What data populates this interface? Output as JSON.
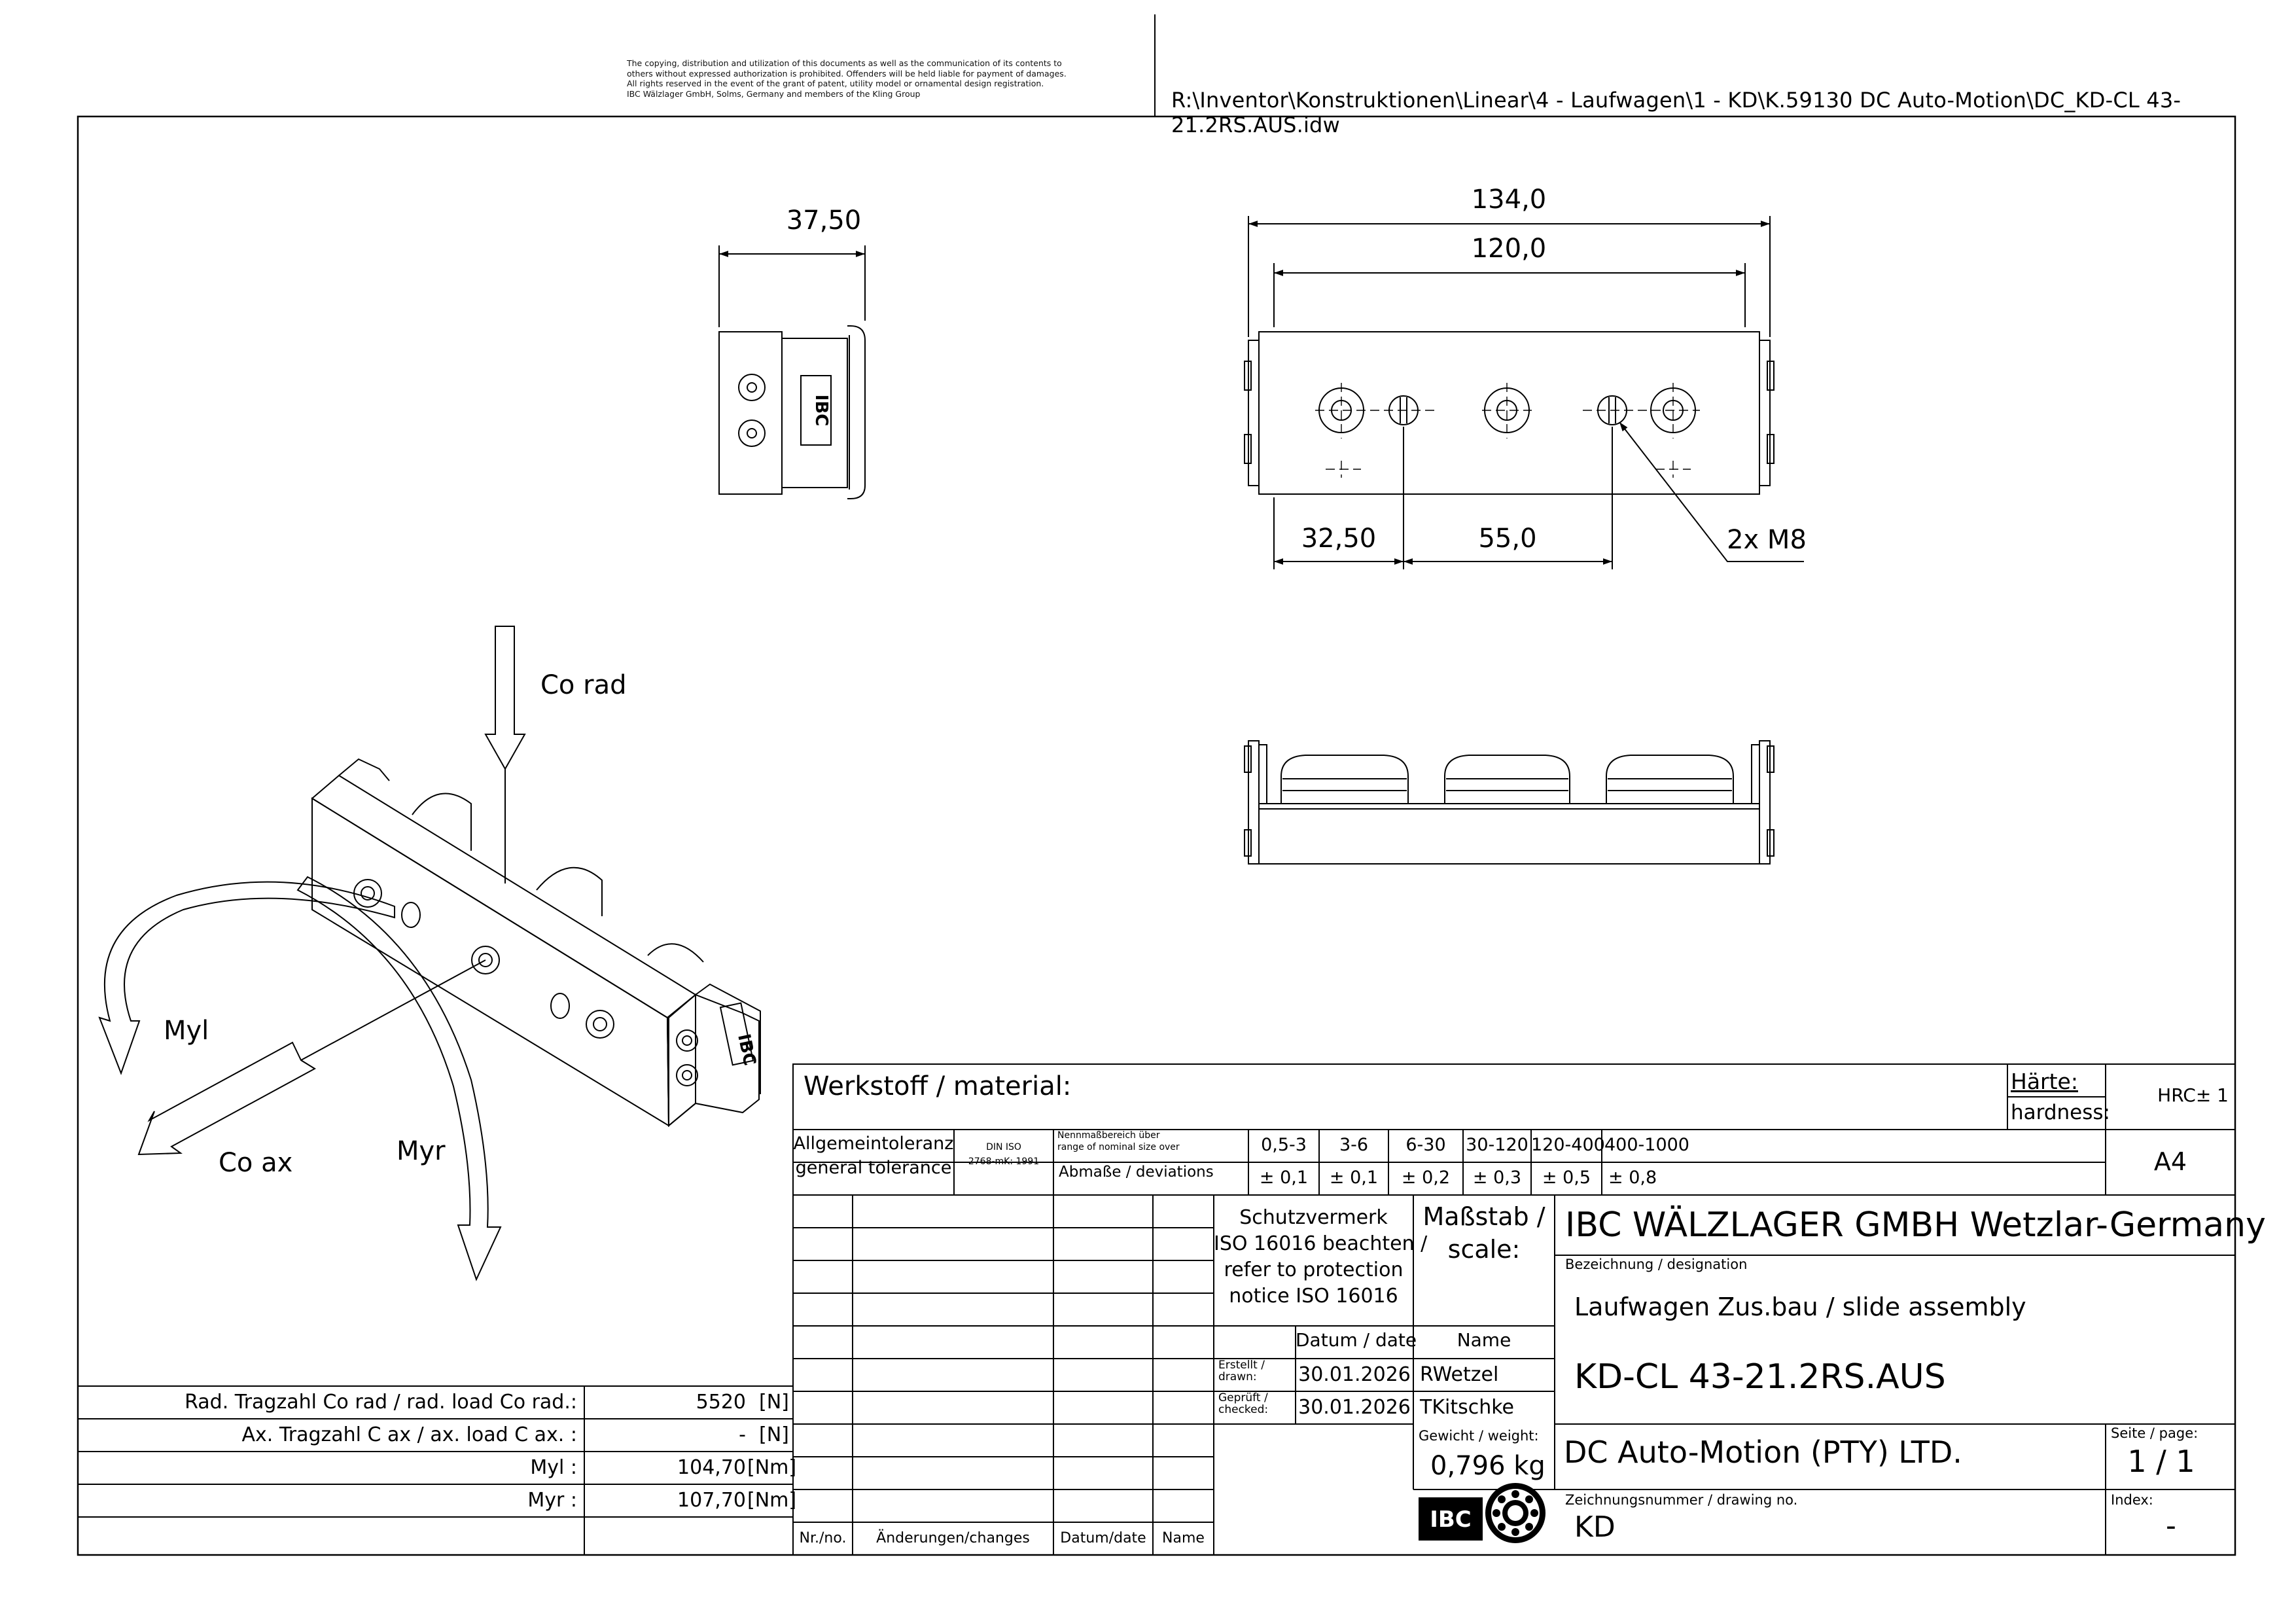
{
  "header": {
    "copyright_lines": [
      "The copying, distribution and utilization of this documents as well as the communication of its contents to",
      "others without expressed authorization is prohibited. Offenders will be held liable for payment of damages.",
      "All rights reserved in the event of the grant of patent, utility model or ornamental design registration.",
      "IBC Wälzlager GmbH, Solms, Germany and members of the Kling Group"
    ],
    "file_path": "R:\\Inventor\\Konstruktionen\\Linear\\4 - Laufwagen\\1 - KD\\K.59130 DC Auto-Motion\\DC_KD-CL 43-21.2RS.AUS.idw"
  },
  "dimensions": {
    "side_width": "37,50",
    "overall_length": "134,0",
    "hole_span": "120,0",
    "offset_1": "32,50",
    "offset_2": "55,0",
    "thread_callout": "2x M8"
  },
  "logo_text": "IBC",
  "iso_labels": {
    "co_rad": "Co rad",
    "co_ax": "Co ax",
    "myl": "Myl",
    "myr": "Myr"
  },
  "load_table": [
    {
      "label": "Rad. Tragzahl Co rad / rad. load Co rad.:",
      "value": "5520",
      "unit": "[N]"
    },
    {
      "label": "Ax. Tragzahl C ax / ax. load C ax. :",
      "value": "-",
      "unit": "[N]"
    },
    {
      "label": "Myl :",
      "value": "104,70",
      "unit": "[Nm]"
    },
    {
      "label": "Myr :",
      "value": "107,70",
      "unit": "[Nm]"
    }
  ],
  "title_block": {
    "material_label": "Werkstoff / material:",
    "hardness_de": "Härte:",
    "hardness_en": "hardness:",
    "hardness_value": "HRC± 1",
    "tolerance_de": "Allgemeintoleranz",
    "tolerance_en": "general tolerance",
    "tolerance_std_1": "DIN ISO",
    "tolerance_std_2": "2768-mK: 1991",
    "range_de": "Nennmaßbereich         über",
    "range_en": "range of nominal size over",
    "deviations_label": "Abmaße / deviations",
    "ranges": [
      "0,5-3",
      "3-6",
      "6-30",
      "30-120",
      "120-400",
      "400-1000"
    ],
    "deviations": [
      "± 0,1",
      "± 0,1",
      "± 0,2",
      "± 0,3",
      "± 0,5",
      "± 0,8"
    ],
    "paper_size": "A4",
    "protection_notice": [
      "Schutzvermerk",
      "ISO 16016 beachten /",
      "refer to protection",
      "notice ISO 16016"
    ],
    "scale_label": [
      "Maßstab /",
      "scale:"
    ],
    "company": "IBC WÄLZLAGER GMBH Wetzlar-Germany",
    "designation_label": "Bezeichnung / designation",
    "designation": "Laufwagen Zus.bau / slide assembly",
    "part_number": "KD-CL 43-21.2RS.AUS",
    "date_header": "Datum / date",
    "name_header": "Name",
    "drawn_label": [
      "Erstellt /",
      "drawn:"
    ],
    "drawn_date": "30.01.2026",
    "drawn_name": "RWetzel",
    "checked_label": [
      "Geprüft /",
      "checked:"
    ],
    "checked_date": "30.01.2026",
    "checked_name": "TKitschke",
    "weight_label": "Gewicht / weight:",
    "weight": "0,796 kg",
    "customer": "DC Auto-Motion (PTY) LTD.",
    "page_label": "Seite / page:",
    "page": "1 / 1",
    "drawing_no_label": "Zeichnungsnummer / drawing no.",
    "drawing_no": "KD",
    "index_label": "Index:",
    "index": "-",
    "revision_headers": [
      "Nr./no.",
      "Änderungen/changes",
      "Datum/date",
      "Name"
    ]
  }
}
